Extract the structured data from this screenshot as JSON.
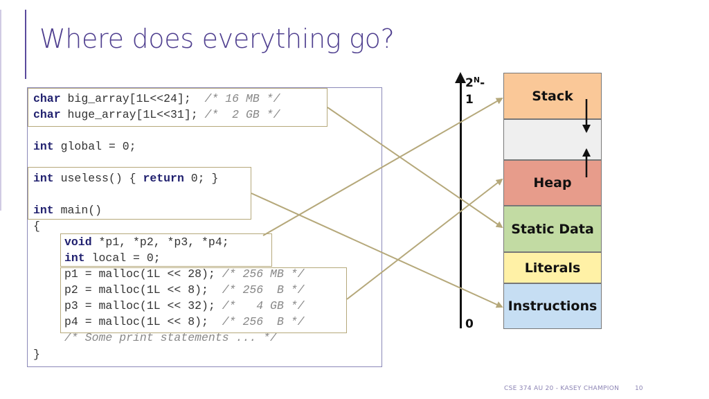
{
  "title": "Where does everything go?",
  "code": {
    "line1": {
      "kw": "char",
      "rest": " big_array[1L<<24];  ",
      "comment": "/* 16 MB */"
    },
    "line2": {
      "kw": "char",
      "rest": " huge_array[1L<<31]; ",
      "comment": "/*  2 GB */"
    },
    "line3": {
      "kw": "int",
      "rest": " global = 0;"
    },
    "line4": {
      "kw": "int",
      "rest1": " useless() { ",
      "kw2": "return",
      "rest2": " 0; }"
    },
    "line5": {
      "kw": "int",
      "rest": " main()"
    },
    "line6": "{",
    "line7": {
      "kw": "void",
      "rest": " *p1, *p2, *p3, *p4;"
    },
    "line8": {
      "kw": "int",
      "rest": " local = 0;"
    },
    "line9": {
      "code": "p1 = malloc(1L << 28); ",
      "comment": "/* 256 MB */"
    },
    "line10": {
      "code": "p2 = malloc(1L << 8);  ",
      "comment": "/* 256  B */"
    },
    "line11": {
      "code": "p3 = malloc(1L << 32); ",
      "comment": "/*   4 GB */"
    },
    "line12": {
      "code": "p4 = malloc(1L << 8);  ",
      "comment": "/* 256  B */"
    },
    "line13": {
      "comment": "/* Some print statements ... */"
    },
    "line14": "}"
  },
  "axis": {
    "top_base": "2",
    "top_sup": "N",
    "top_suffix": "-",
    "top_line2": "1",
    "bottom": "0"
  },
  "segments": {
    "stack": {
      "label": "Stack",
      "color": "#fac898"
    },
    "gap": {
      "label": "",
      "color": "#efefef"
    },
    "heap": {
      "label": "Heap",
      "color": "#e79c8b"
    },
    "static_data": {
      "label": "Static Data",
      "color": "#c2dba3"
    },
    "literals": {
      "label": "Literals",
      "color": "#fff1a6"
    },
    "instructions": {
      "label": "Instructions",
      "color": "#c6def3"
    }
  },
  "footer": {
    "text": "CSE 374 AU 20 - KASEY CHAMPION",
    "page": "10"
  }
}
